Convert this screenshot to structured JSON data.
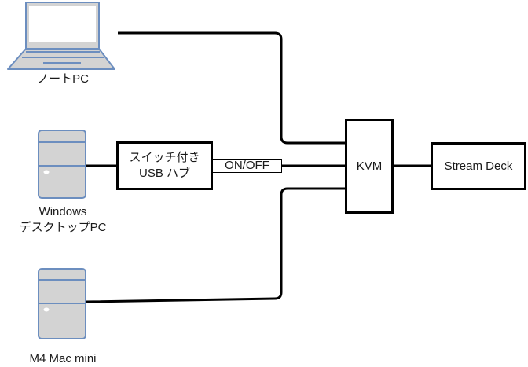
{
  "diagram": {
    "devices": {
      "laptop": {
        "label": "ノートPC",
        "icon": "laptop-icon"
      },
      "windows_pc": {
        "label_line1": "Windows",
        "label_line2": "デスクトップPC",
        "icon": "tower-pc-icon"
      },
      "mac_mini": {
        "label": "M4 Mac mini",
        "icon": "tower-pc-icon"
      }
    },
    "nodes": {
      "usb_hub": {
        "line1": "スイッチ付き",
        "line2": "USB ハブ"
      },
      "kvm": {
        "label": "KVM"
      },
      "stream_deck": {
        "label": "Stream Deck"
      }
    },
    "edges": [
      {
        "from": "ノートPC",
        "to": "KVM"
      },
      {
        "from": "Windows デスクトップPC",
        "to": "スイッチ付き USB ハブ"
      },
      {
        "from": "スイッチ付き USB ハブ",
        "to": "KVM",
        "label": "ON/OFF"
      },
      {
        "from": "M4 Mac mini",
        "to": "KVM"
      },
      {
        "from": "KVM",
        "to": "Stream Deck"
      }
    ],
    "colors": {
      "icon_stroke": "#6c8ebf",
      "icon_fill": "#d3d3d3",
      "line": "#000000"
    }
  }
}
